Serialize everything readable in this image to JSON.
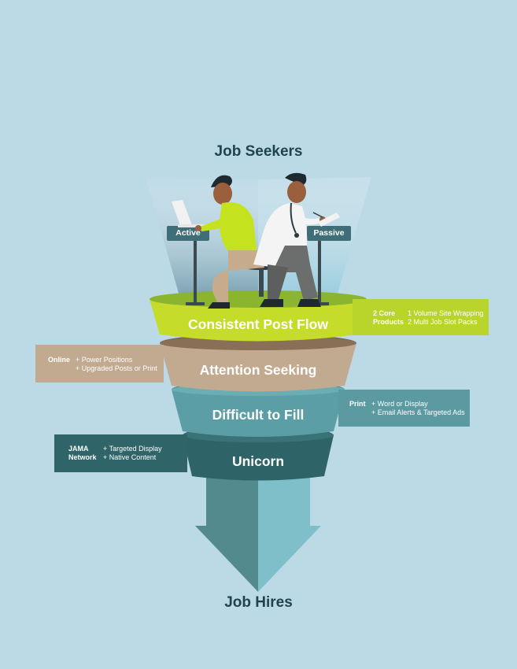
{
  "header": {
    "title": "Job Seekers"
  },
  "footer": {
    "title": "Job Hires"
  },
  "labels": {
    "active": "Active",
    "passive": "Passive"
  },
  "bands": {
    "consistent": "Consistent Post Flow",
    "attention": "Attention Seeking",
    "difficult": "Difficult to Fill",
    "unicorn": "Unicorn"
  },
  "callouts": {
    "core": {
      "heading": [
        "2 Core",
        "Products"
      ],
      "items": [
        "1  Volume Site Wrapping",
        "2  Multi Job Slot Packs"
      ]
    },
    "online": {
      "heading": [
        "Online"
      ],
      "items": [
        "+ Power Positions",
        "+ Upgraded Posts or Print"
      ]
    },
    "print": {
      "heading": [
        "Print"
      ],
      "items": [
        "+ Word or Display",
        "+ Email Alerts & Targeted Ads"
      ]
    },
    "jama": {
      "heading": [
        "JAMA",
        "Network"
      ],
      "items": [
        "+ Targeted Display",
        "+ Native Content"
      ]
    }
  },
  "colors": {
    "background": "#bcd9e6",
    "title": "#1f4450",
    "lime": "#c6dc2a",
    "tan": "#c2aa91",
    "teal": "#5b9ea5",
    "darkTeal": "#2e6468",
    "arrowLeft": "#538a8d",
    "arrowRight": "#7fbfc9"
  },
  "icons": [
    "laptop-icon",
    "clipboard-icon",
    "stethoscope-icon"
  ]
}
